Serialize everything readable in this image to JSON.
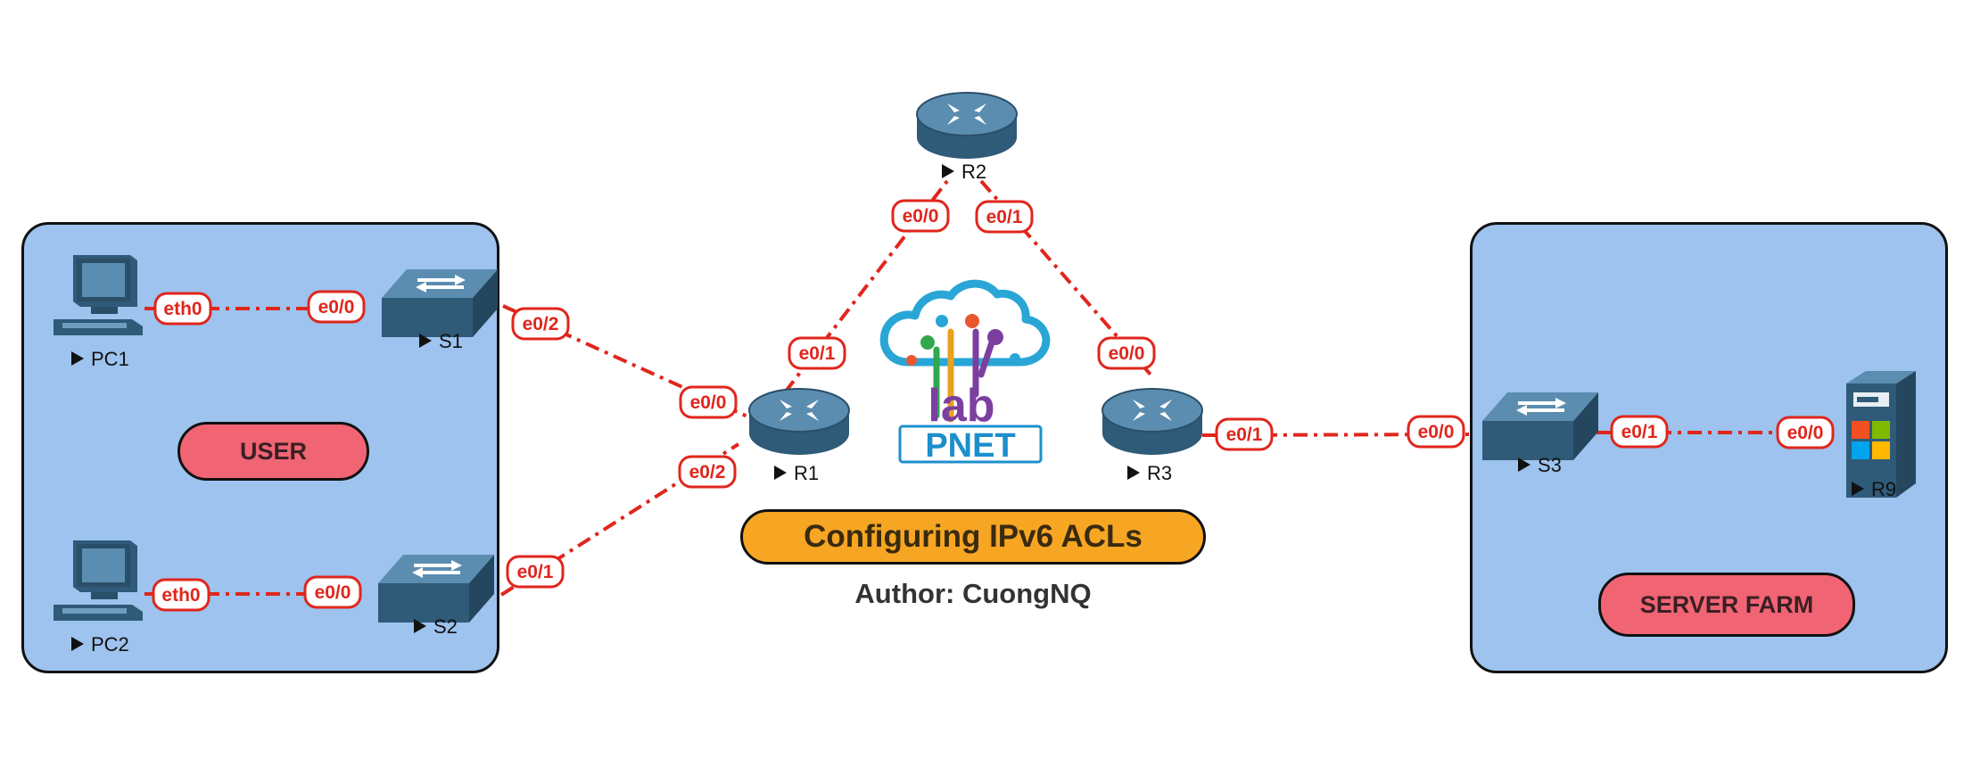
{
  "title": "Configuring IPv6 ACLs",
  "author": "Author: CuongNQ",
  "zones": {
    "user": {
      "label": "USER"
    },
    "server_farm": {
      "label": "SERVER FARM"
    }
  },
  "logo": {
    "text": "PNET",
    "mark": "lab"
  },
  "nodes": {
    "pc1": {
      "label": "PC1",
      "type": "pc",
      "icon": "pc-icon"
    },
    "pc2": {
      "label": "PC2",
      "type": "pc",
      "icon": "pc-icon"
    },
    "s1": {
      "label": "S1",
      "type": "switch",
      "icon": "switch-icon"
    },
    "s2": {
      "label": "S2",
      "type": "switch",
      "icon": "switch-icon"
    },
    "s3": {
      "label": "S3",
      "type": "switch",
      "icon": "switch-icon"
    },
    "r1": {
      "label": "R1",
      "type": "router",
      "icon": "router-icon"
    },
    "r2": {
      "label": "R2",
      "type": "router",
      "icon": "router-icon"
    },
    "r3": {
      "label": "R3",
      "type": "router",
      "icon": "router-icon"
    },
    "r9": {
      "label": "R9",
      "type": "server",
      "icon": "windows-server-icon"
    }
  },
  "links": [
    {
      "from": "pc1",
      "from_port": "eth0",
      "to": "s1",
      "to_port": "e0/0"
    },
    {
      "from": "pc2",
      "from_port": "eth0",
      "to": "s2",
      "to_port": "e0/0"
    },
    {
      "from": "s1",
      "from_port": "e0/2",
      "to": "r1",
      "to_port": "e0/0"
    },
    {
      "from": "s2",
      "from_port": "e0/1",
      "to": "r1",
      "to_port": "e0/2"
    },
    {
      "from": "r1",
      "from_port": "e0/1",
      "to": "r2",
      "to_port": "e0/0"
    },
    {
      "from": "r2",
      "from_port": "e0/1",
      "to": "r3",
      "to_port": "e0/0"
    },
    {
      "from": "r3",
      "from_port": "e0/1",
      "to": "s3",
      "to_port": "e0/0"
    },
    {
      "from": "s3",
      "from_port": "e0/1",
      "to": "r9",
      "to_port": "e0/0"
    }
  ],
  "colors": {
    "link": "#e0261c",
    "zone_fill": "#9dc3ee",
    "zone_label_fill": "#f06474",
    "title_fill": "#f6a623",
    "device": "#3d6a8c"
  }
}
